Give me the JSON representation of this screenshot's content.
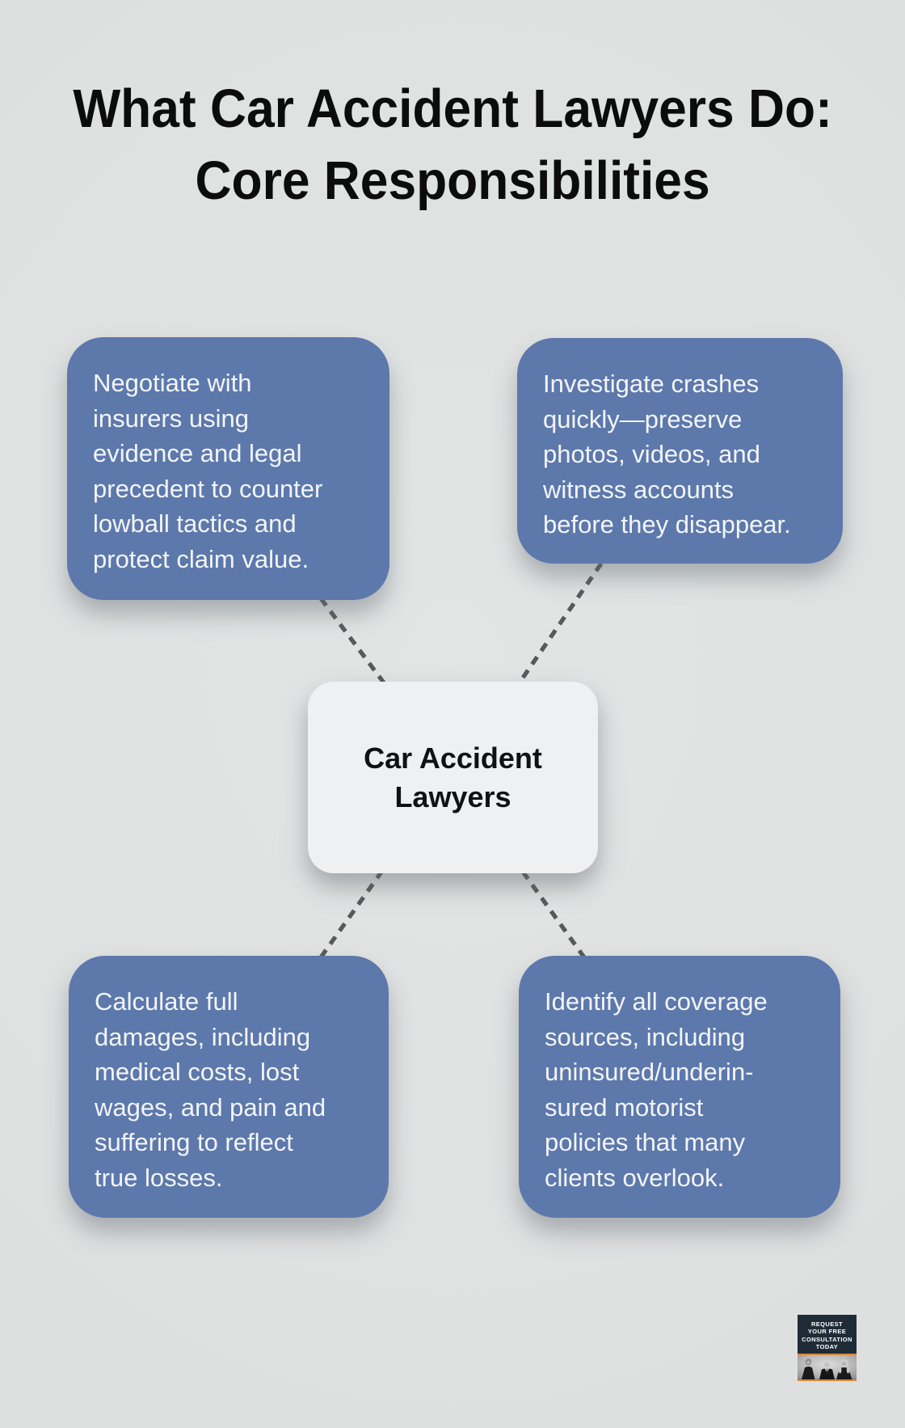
{
  "title": {
    "lines": [
      "What Car Accident Lawyers Do:",
      "Core Responsibilities"
    ]
  },
  "center_node": {
    "lines": [
      "Car Accident",
      "Lawyers"
    ]
  },
  "cards": [
    {
      "position": "top-left",
      "lines": [
        "Negotiate with",
        "insurers using",
        "evidence and legal",
        "precedent to counter",
        "lowball tactics and",
        "protect claim value."
      ]
    },
    {
      "position": "top-right",
      "lines": [
        "Investigate crashes",
        "quickly—preserve",
        "photos, videos, and",
        "witness accounts",
        "before they disappear."
      ]
    },
    {
      "position": "bottom-left",
      "lines": [
        "Calculate full",
        "damages, including",
        "medical costs, lost",
        "wages, and pain and",
        "suffering to reflect",
        "true losses."
      ]
    },
    {
      "position": "bottom-right",
      "lines": [
        "Identify all coverage",
        "sources, including",
        "uninsured/underin-",
        "sured motorist",
        "policies that many",
        "clients overlook."
      ]
    }
  ],
  "badge": {
    "cta_lines": [
      "REQUEST",
      "YOUR FREE",
      "CONSULTATION",
      "TODAY"
    ]
  },
  "colors": {
    "background": "#dfe1e1",
    "card_blue": "#5d78ab",
    "card_text": "#f2f5f9",
    "center_node_bg": "#eef0f2",
    "title_text": "#0c0c0c",
    "connector_gray": "#58595b",
    "badge_bg": "#1f2c38",
    "badge_accent_orange": "#dd8a38",
    "badge_text": "#ffffff"
  }
}
